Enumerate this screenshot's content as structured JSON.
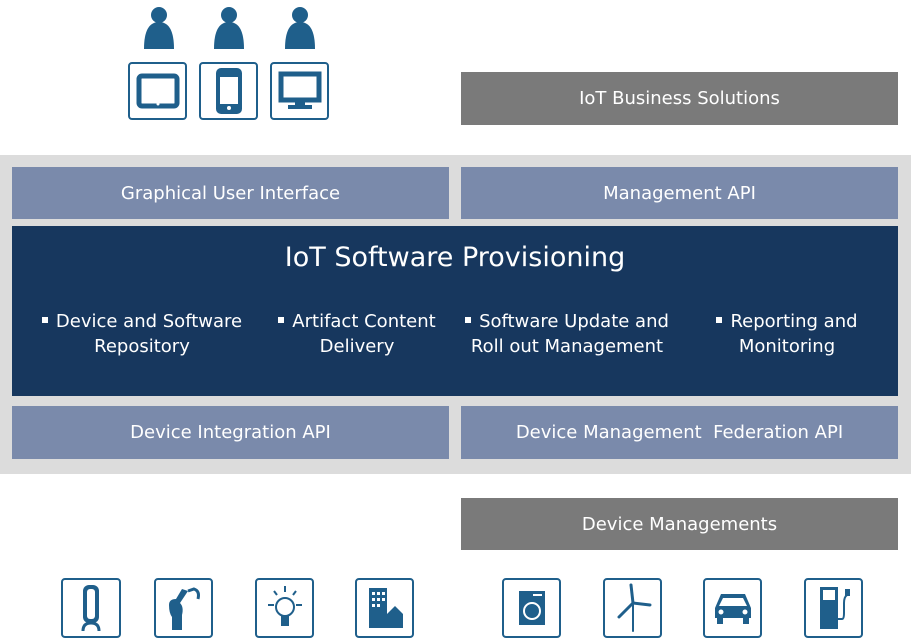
{
  "colors": {
    "icon": "#1f5f8b",
    "core": "#17375e",
    "api": "#7a8aab",
    "external": "#7a7a7a",
    "band": "#dcdcdc"
  },
  "users": {
    "icons": [
      "person-icon",
      "person-icon",
      "person-icon"
    ],
    "devices": [
      "tablet-icon",
      "smartphone-icon",
      "monitor-icon"
    ]
  },
  "business_solutions": "IoT Business Solutions",
  "gui": "Graphical User Interface",
  "management_api": "Management API",
  "core": {
    "title": "IoT Software Provisioning",
    "features": [
      {
        "line1": "Device and Software",
        "line2": "Repository"
      },
      {
        "line1": "Artifact Content",
        "line2": "Delivery"
      },
      {
        "line1": "Software Update and",
        "line2": "Roll out Management"
      },
      {
        "line1": "Reporting and",
        "line2": "Monitoring"
      }
    ]
  },
  "device_integration_api": "Device Integration API",
  "device_federation_api": "Device Management  Federation API",
  "device_managements": "Device Managements",
  "things": [
    "air-purifier-icon",
    "robot-arm-icon",
    "light-bulb-icon",
    "building-icon",
    "washing-machine-icon",
    "wind-turbine-icon",
    "car-icon",
    "charging-station-icon"
  ]
}
